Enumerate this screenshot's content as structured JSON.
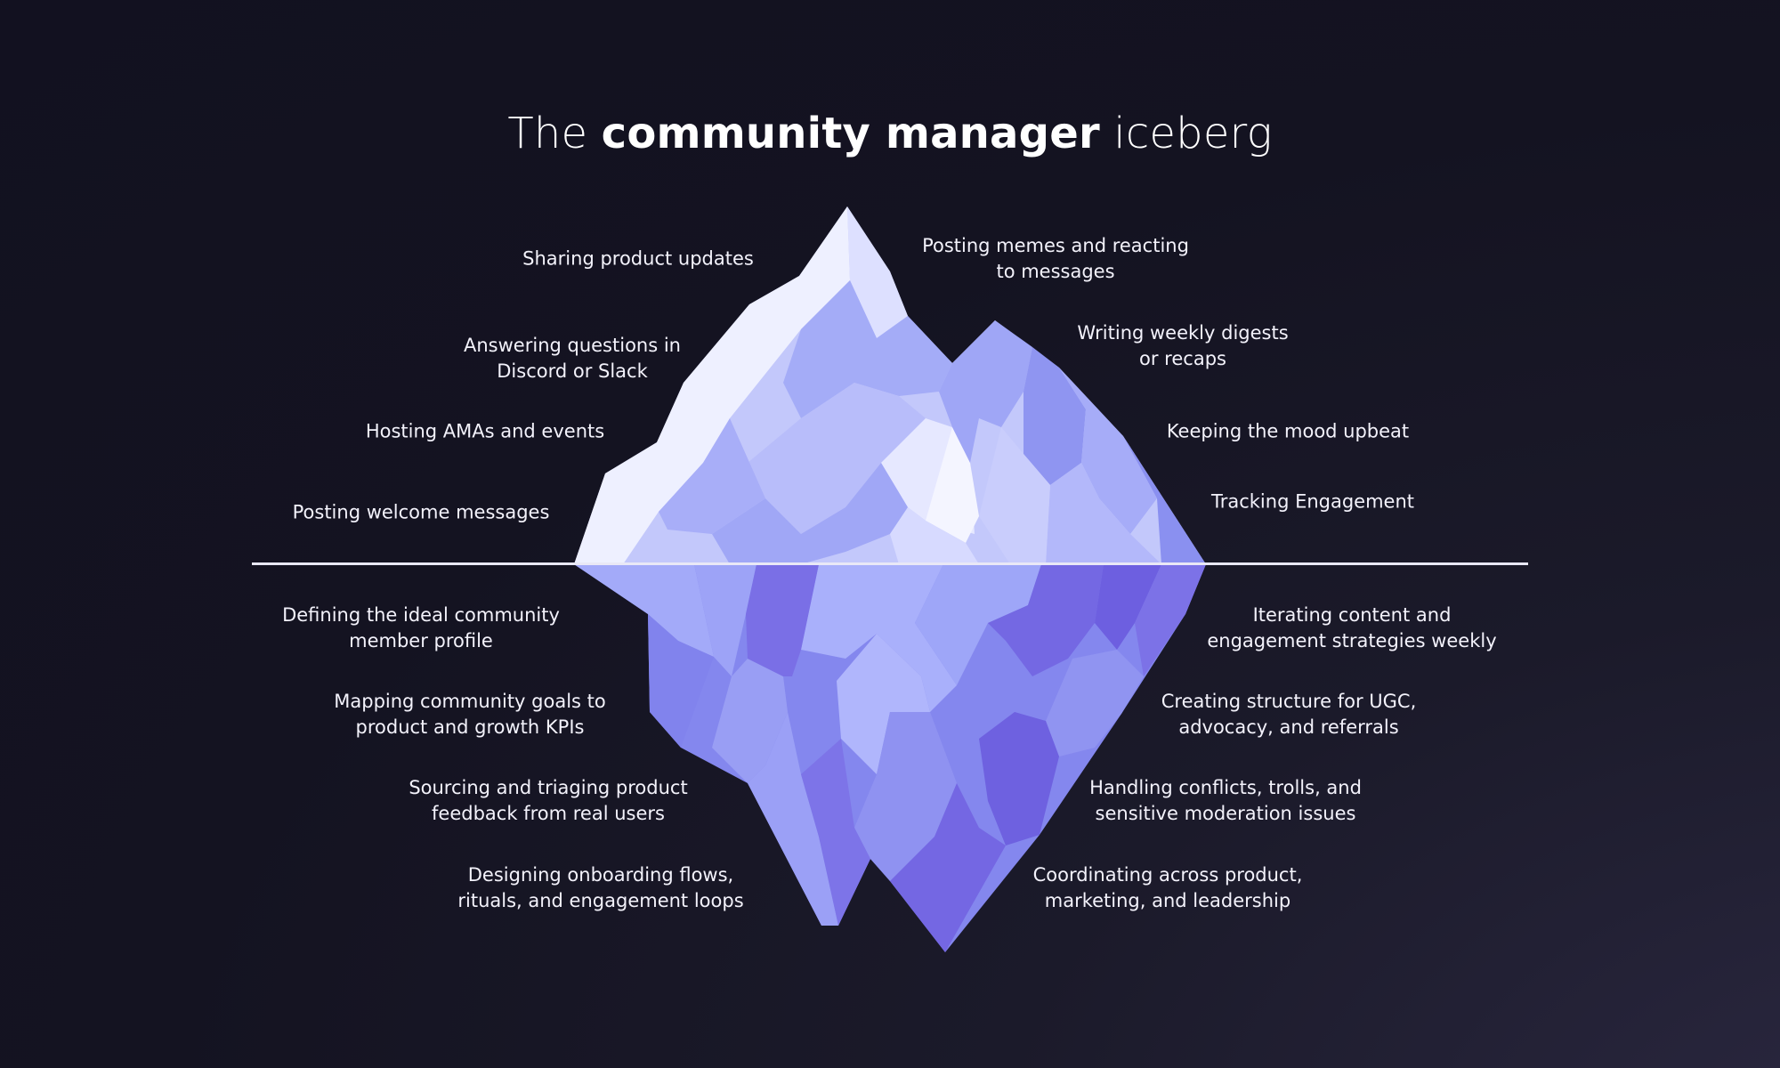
{
  "title": {
    "prefix": "The ",
    "bold": "community manager",
    "suffix": " iceberg"
  },
  "above_water": {
    "left": [
      "Sharing product updates",
      "Answering questions in\nDiscord or Slack",
      "Hosting AMAs and events",
      "Posting welcome messages"
    ],
    "right": [
      "Posting memes and reacting\nto messages",
      "Writing weekly digests\nor recaps",
      "Keeping the mood upbeat",
      "Tracking Engagement"
    ]
  },
  "below_water": {
    "left": [
      "Defining the ideal community\nmember profile",
      "Mapping community goals to\nproduct and growth KPIs",
      "Sourcing and triaging product\nfeedback from real users",
      "Designing onboarding flows,\nrituals, and engagement loops"
    ],
    "right": [
      "Iterating content and\nengagement strategies weekly",
      "Creating structure for UGC,\nadvocacy, and referrals",
      "Handling conflicts, trolls, and\nsensitive moderation issues",
      "Coordinating across product,\nmarketing, and leadership"
    ]
  },
  "colors": {
    "background": "#141321",
    "ice_top_light": "#eef0ff",
    "ice_top_mid": "#c3c8fb",
    "ice_top_shade": "#a0a8f6",
    "ice_bottom_light": "#a3aaf9",
    "ice_bottom_mid": "#8e8ff1",
    "ice_bottom_dark": "#6f62e2",
    "waterline": "#e9e8f6"
  }
}
